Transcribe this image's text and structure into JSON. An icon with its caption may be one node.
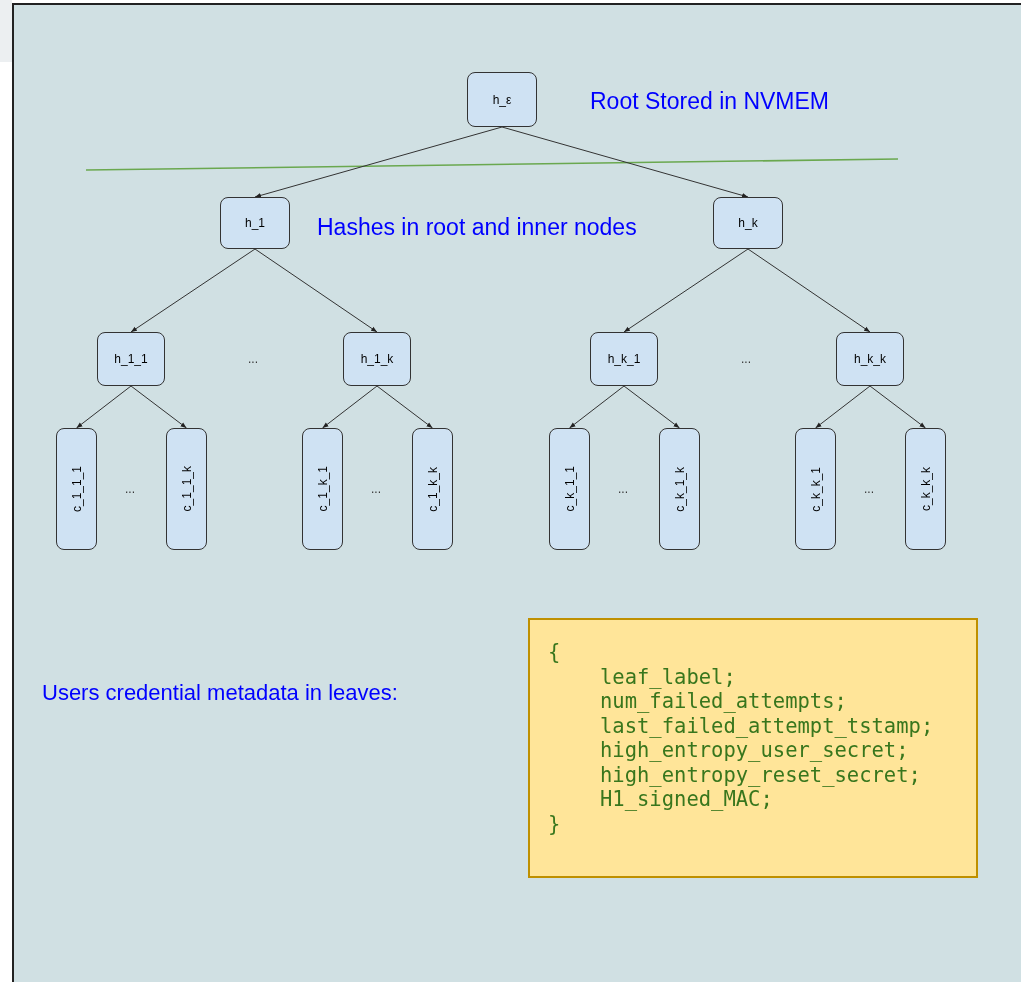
{
  "diagram": {
    "nodes": [
      {
        "text": [
          "h_ε"
        ]
      },
      {
        "text": [
          "h_1"
        ]
      },
      {
        "text": [
          "h_k"
        ]
      },
      {
        "text": [
          "h_1_1"
        ]
      },
      {
        "text": [
          "h_1_k"
        ]
      },
      {
        "text": [
          "h_k_1"
        ]
      },
      {
        "text": [
          "h_k_k"
        ]
      },
      {
        "text": [
          "c_1_1_1"
        ]
      },
      {
        "text": [
          "c_1_1_k"
        ]
      },
      {
        "text": [
          "c_1_k_1"
        ]
      },
      {
        "text": [
          "c_1_k_k"
        ]
      },
      {
        "text": [
          "c_k_1_1"
        ]
      },
      {
        "text": [
          "c_k_1_k"
        ]
      },
      {
        "text": [
          "c_k_k_1"
        ]
      },
      {
        "text": [
          "c_k_k_k"
        ]
      },
      {
        "text": [
          "{",
          "leaf_label;",
          "num_failed_attempts;",
          "last_failed_attempt_tstamp;",
          "high_entropy_user_secret;",
          "high_entropy_reset_secret;",
          "H1_signed_MAC;",
          "}"
        ]
      }
    ],
    "edges": [
      {
        "from": 0,
        "to": 1,
        "arrow": "to"
      },
      {
        "from": 0,
        "to": 2,
        "arrow": "to"
      },
      {
        "from": 1,
        "to": 3,
        "arrow": "to"
      },
      {
        "from": 1,
        "to": 4,
        "arrow": "to"
      },
      {
        "from": 2,
        "to": 5,
        "arrow": "to"
      },
      {
        "from": 2,
        "to": 6,
        "arrow": "to"
      },
      {
        "from": 3,
        "to": 7,
        "arrow": "to"
      },
      {
        "from": 3,
        "to": 8,
        "arrow": "to"
      },
      {
        "from": 4,
        "to": 9,
        "arrow": "to"
      },
      {
        "from": 4,
        "to": 10,
        "arrow": "to"
      },
      {
        "from": 5,
        "to": 11,
        "arrow": "to"
      },
      {
        "from": 5,
        "to": 12,
        "arrow": "to"
      },
      {
        "from": 6,
        "to": 13,
        "arrow": "to"
      },
      {
        "from": 6,
        "to": 14,
        "arrow": "to"
      }
    ],
    "labels": [
      "Root Stored in NVMEM",
      "Hashes in root and inner nodes",
      "...",
      "...",
      "...",
      "...",
      "...",
      "...",
      "Users credential metadata in leaves:"
    ]
  }
}
